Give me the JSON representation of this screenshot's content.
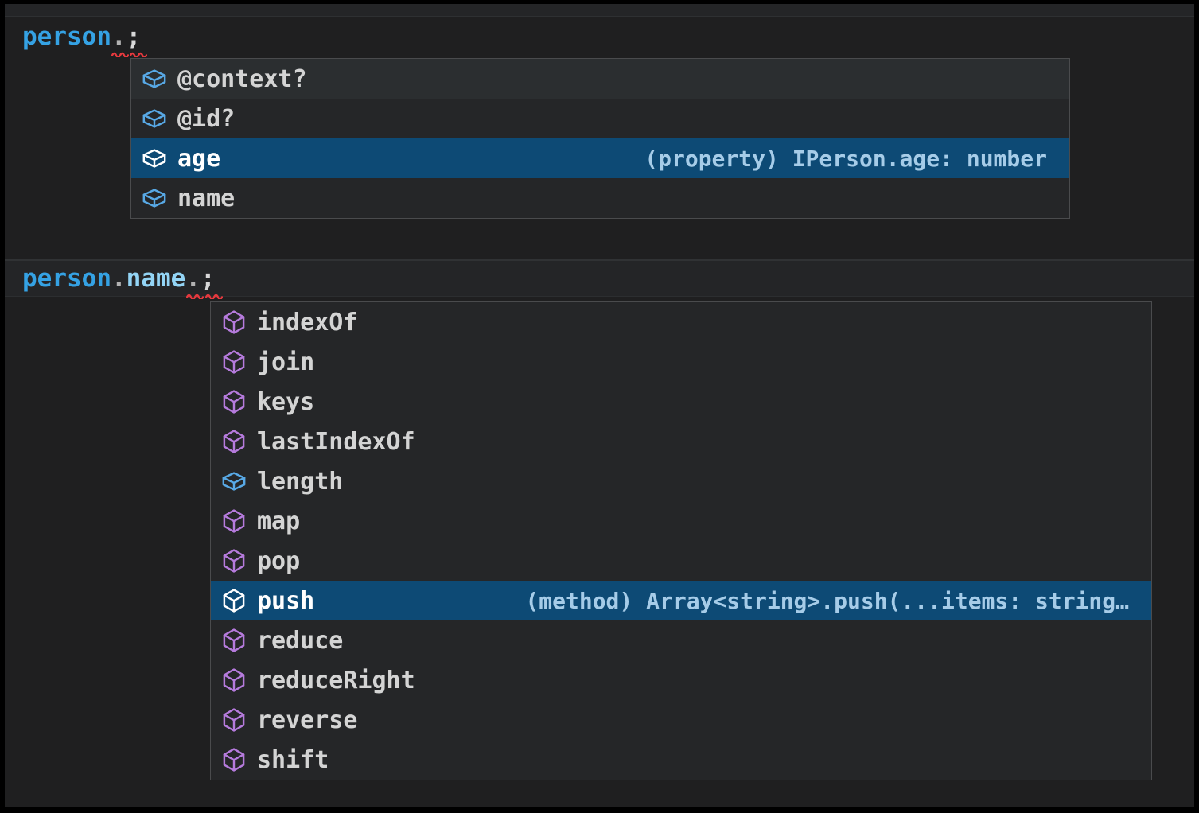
{
  "colors": {
    "selection_background": "#0D4A75",
    "hover_background": "#2B2E30",
    "field_icon": "#58A9E6",
    "method_icon": "#B67BDD",
    "error_squiggle": "#E5393E",
    "variable": "#35A2E4",
    "property": "#93D4F5",
    "popup_background": "#252628",
    "editor_background": "#1F1F20"
  },
  "code_lines": [
    {
      "text": "person.;",
      "tokens": [
        {
          "text": "person",
          "type": "variable"
        },
        {
          "text": ".",
          "type": "punctuation"
        },
        {
          "text": ";",
          "type": "punctuation-bright"
        }
      ]
    },
    {
      "text": "person.name.;",
      "tokens": [
        {
          "text": "person",
          "type": "variable"
        },
        {
          "text": ".",
          "type": "punctuation"
        },
        {
          "text": "name",
          "type": "property"
        },
        {
          "text": ".",
          "type": "punctuation"
        },
        {
          "text": ";",
          "type": "punctuation-bright"
        }
      ]
    }
  ],
  "popups": [
    {
      "name": "person-member-suggestions",
      "items": [
        {
          "label": "@context?",
          "kind": "field",
          "hovered": true
        },
        {
          "label": "@id?",
          "kind": "field"
        },
        {
          "label": "age",
          "kind": "field",
          "selected": true,
          "detail": "(property) IPerson.age: number"
        },
        {
          "label": "name",
          "kind": "field"
        }
      ]
    },
    {
      "name": "string-member-suggestions",
      "items": [
        {
          "label": "indexOf",
          "kind": "method"
        },
        {
          "label": "join",
          "kind": "method"
        },
        {
          "label": "keys",
          "kind": "method"
        },
        {
          "label": "lastIndexOf",
          "kind": "method"
        },
        {
          "label": "length",
          "kind": "field"
        },
        {
          "label": "map",
          "kind": "method"
        },
        {
          "label": "pop",
          "kind": "method"
        },
        {
          "label": "push",
          "kind": "method",
          "selected": true,
          "detail": "(method) Array<string>.push(...items: string…"
        },
        {
          "label": "reduce",
          "kind": "method"
        },
        {
          "label": "reduceRight",
          "kind": "method"
        },
        {
          "label": "reverse",
          "kind": "method"
        },
        {
          "label": "shift",
          "kind": "method"
        }
      ]
    }
  ]
}
